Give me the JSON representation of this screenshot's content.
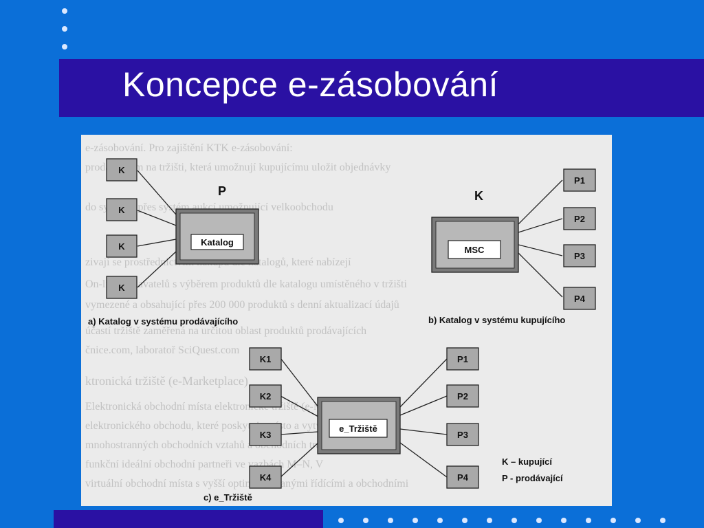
{
  "slide": {
    "title": "Koncepce e-zásobování"
  },
  "diagram": {
    "panel_a": {
      "left_nodes": [
        "K",
        "K",
        "K",
        "K"
      ],
      "actor_label": "P",
      "center_label": "Katalog",
      "caption": "a) Katalog v systému prodávajícího"
    },
    "panel_b": {
      "right_nodes": [
        "P1",
        "P2",
        "P3",
        "P4"
      ],
      "actor_label": "K",
      "center_label": "MSC",
      "caption": "b) Katalog v systému kupujícího"
    },
    "panel_c": {
      "left_nodes": [
        "K1",
        "K2",
        "K3",
        "K4"
      ],
      "right_nodes": [
        "P1",
        "P2",
        "P3",
        "P4"
      ],
      "center_label": "e_Tržiště",
      "caption": "c) e_Tržiště",
      "legend": [
        "K – kupující",
        "P - prodávající"
      ]
    }
  },
  "background_text": [
    "e-zásobování. Pro zajištění KTK e-zásobování:",
    "prodávajícím na tržišti, která umožnují kupujícímu uložit objednávky",
    "do systému přes systém aukcí umožnující velkoobchodu",
    "zivají se prostřednictvím nákupu dle katalogů, které nabízejí",
    "On-line dodavatelů s výběrem produktů dle katalogu umístěného v tržišti",
    "vymezené a obsahující přes 200 000 produktů s denní aktualizací údajů",
    "účastí tržiště zaměřená na určitou oblast produktů prodávajících",
    "čnice.com, laboratoř SciQuest.com",
    "ktronická tržiště (e-Marketplace)",
    "Elektronická obchodní místa elektronické tržiště (e-Marketplace) je",
    "elektronického obchodu, které poskytuje místo a vytváří prostor pro",
    "mnohostranných obchodních vztahů a obchodních transakcí. Trans",
    "funkční ideální obchodní partneři ve vazbách M–N, V",
    "virtuální obchodní místa s vyšší optimalizovanými řídícími a obchodními"
  ]
}
